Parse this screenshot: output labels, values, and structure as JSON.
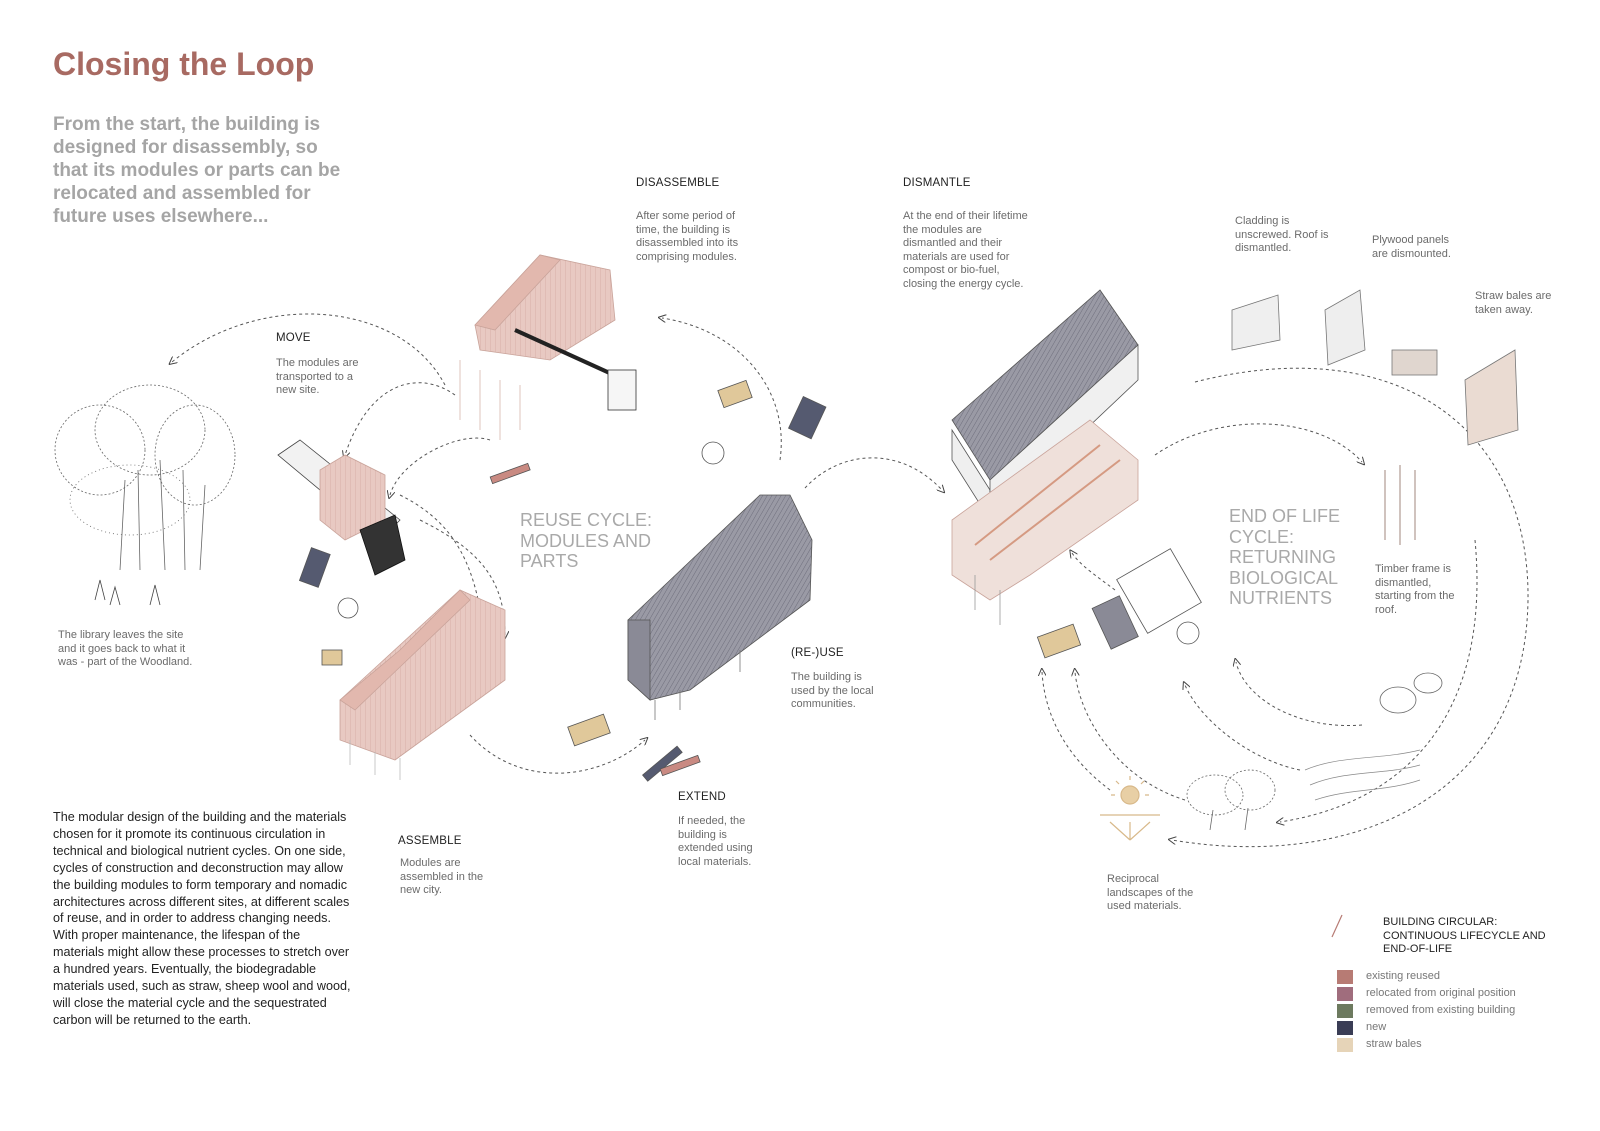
{
  "title": "Closing the Loop",
  "intro": "From the start, the building is designed for disassembly, so that its modules or parts can be relocated and assembled for future uses elsewhere...",
  "stages": {
    "disassemble": {
      "label": "DISASSEMBLE",
      "text": "After some period of time, the building is disassembled into its comprising modules."
    },
    "dismantle": {
      "label": "DISMANTLE",
      "text": "At the end of their lifetime the modules are dismantled and their materials are used for compost or bio-fuel, closing the energy cycle."
    },
    "move": {
      "label": "MOVE",
      "text": "The modules are transported to a new site."
    },
    "reuse": {
      "label": "(RE-)USE",
      "text": "The building is used by the local communities."
    },
    "extend": {
      "label": "EXTEND",
      "text": "If needed, the building is extended using local materials."
    },
    "assemble": {
      "label": "ASSEMBLE",
      "text": "Modules are assembled in the new city."
    }
  },
  "notes": {
    "cladding": "Cladding is unscrewed. Roof is dismantled.",
    "plywood": "Plywood panels are dismounted.",
    "straw": "Straw bales are taken away.",
    "timber": "Timber frame is dismantled, starting from the roof.",
    "library": "The library leaves the site and it goes back to what it was - part of the Woodland.",
    "reciprocal": "Reciprocal landscapes of the used materials."
  },
  "cycles": {
    "reuse": "REUSE CYCLE: MODULES AND PARTS",
    "end_of_life": "END OF LIFE CYCLE: RETURNING BIOLOGICAL NUTRIENTS"
  },
  "body": "The modular design of the building and the materials chosen for it promote its continuous circulation in technical and biological nutrient cycles. On one side, cycles of construction and deconstruction may allow the building modules to form temporary and nomadic architectures across different sites, at different scales of reuse, and in order to address changing needs. With proper maintenance, the lifespan of the materials might allow these processes to stretch over a hundred years. Eventually, the biodegradable materials used, such as straw, sheep wool and wood, will close the material cycle and the sequestrated carbon will be returned to the earth.",
  "legend": {
    "title": "BUILDING CIRCULAR: CONTINUOUS LIFECYCLE AND END-OF-LIFE",
    "items": [
      {
        "label": "existing reused",
        "color": "#b77b74"
      },
      {
        "label": "relocated from original position",
        "color": "#a06d7d"
      },
      {
        "label": "removed from existing building",
        "color": "#6d7a5f"
      },
      {
        "label": "new",
        "color": "#3a3d55"
      },
      {
        "label": "straw bales",
        "color": "#e6d4b8"
      }
    ]
  }
}
